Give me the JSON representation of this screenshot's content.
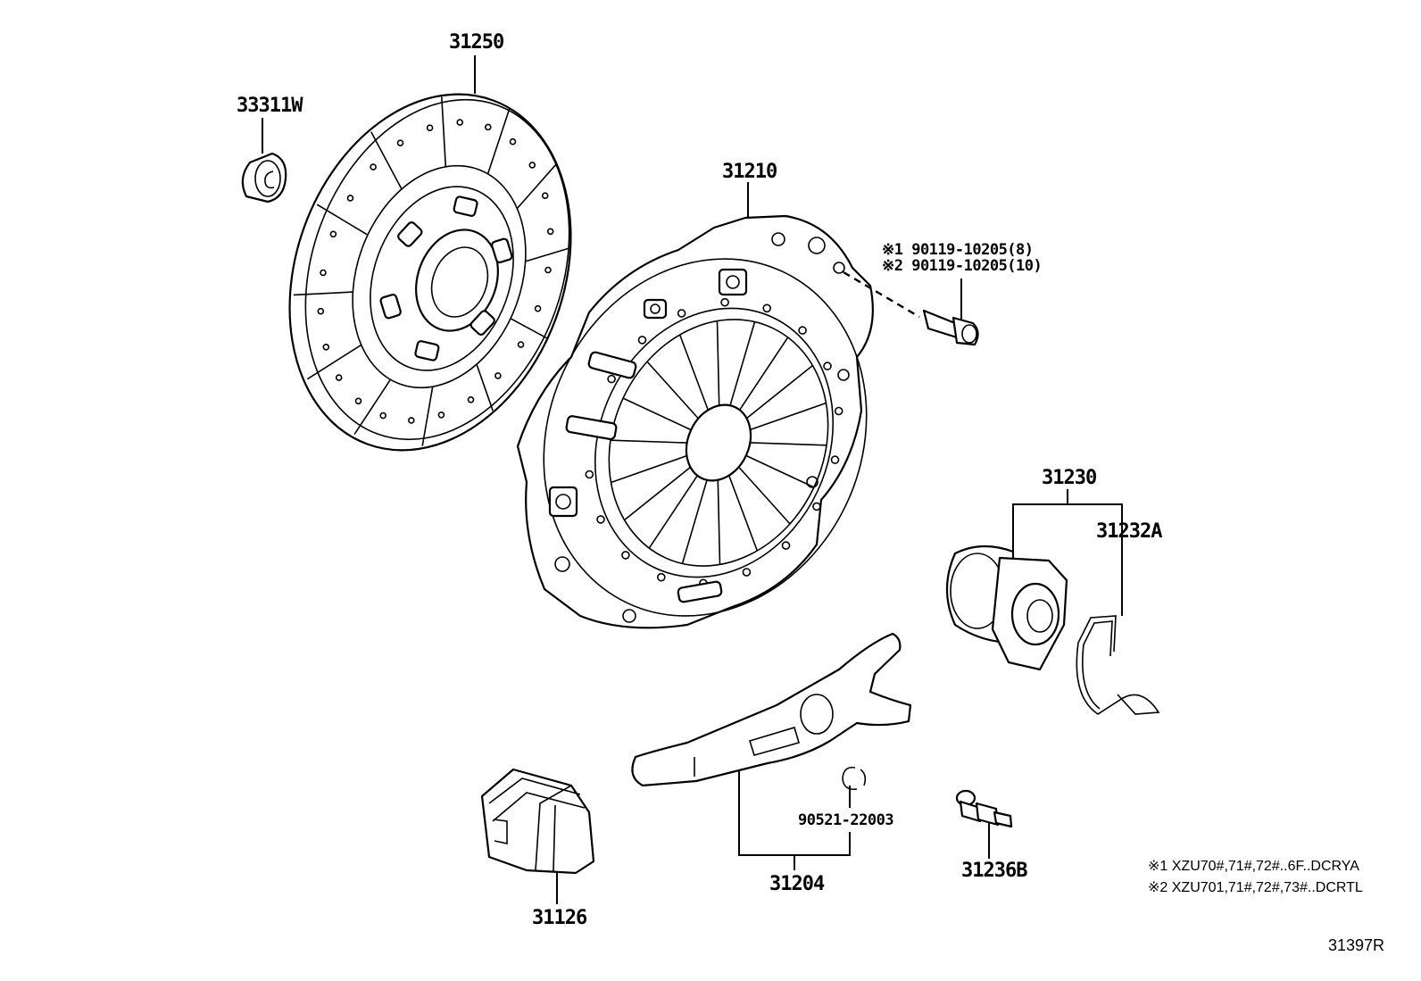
{
  "labels": {
    "p33311w": "33311W",
    "p31250": "31250",
    "p31210": "31210",
    "bolt_line1": "※1 90119-10205(8)",
    "bolt_line2": "※2 90119-10205(10)",
    "p31230": "31230",
    "p31232a": "31232A",
    "p90521": "90521-22003",
    "p31204": "31204",
    "p31236b": "31236B",
    "p31126": "31126"
  },
  "notes": {
    "note1": "※1 XZU70#,71#,72#..6F..DCRYA",
    "note2": "※2 XZU701,71#,72#,73#..DCRTL"
  },
  "reference": "31397R"
}
